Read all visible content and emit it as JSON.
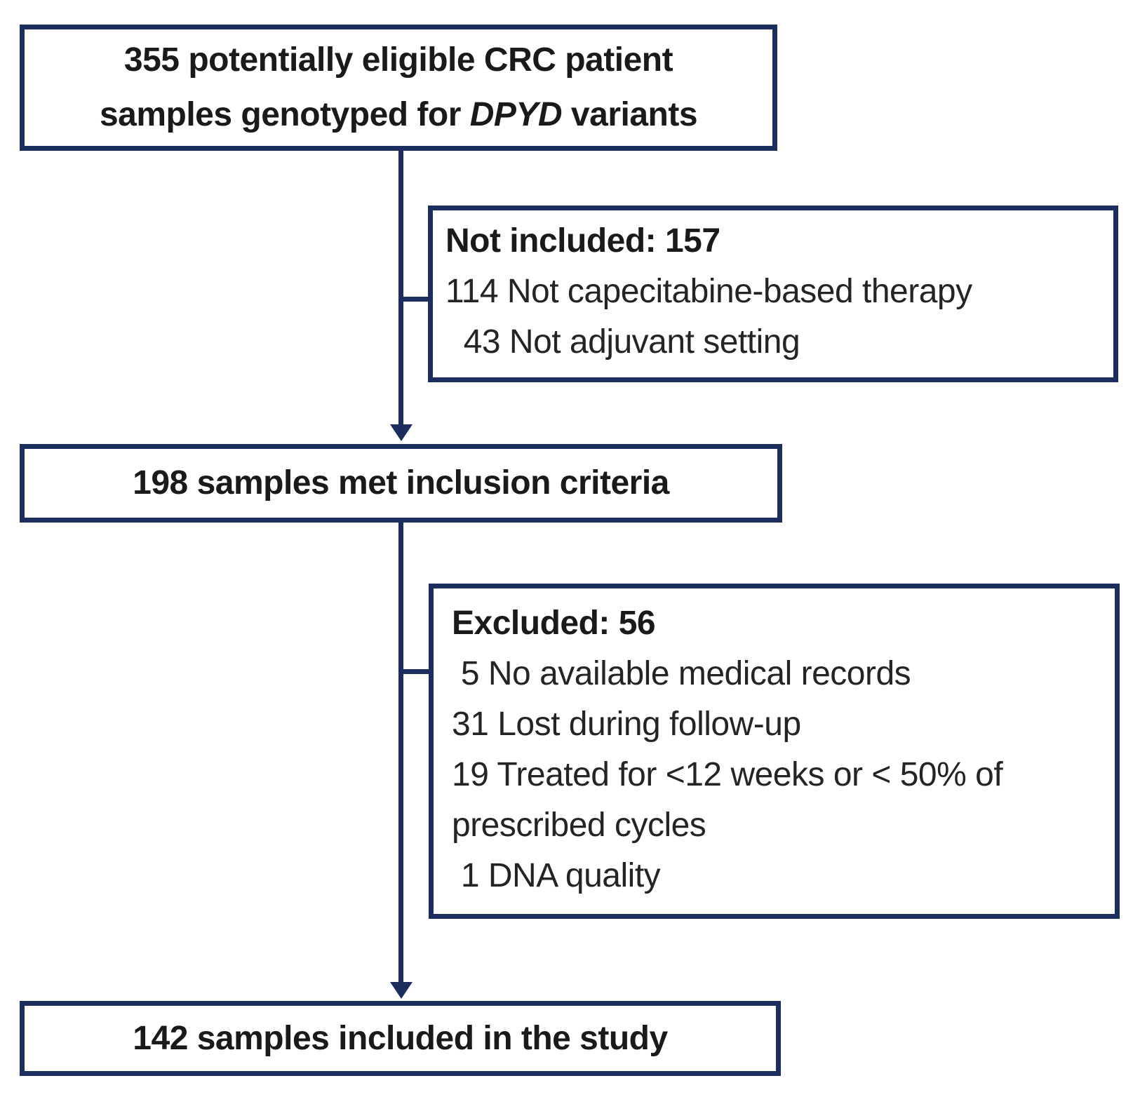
{
  "colors": {
    "line": "#1b2e5e",
    "text": "#1a1a1a",
    "background": "#ffffff"
  },
  "flow": {
    "top_box": {
      "line1": "355 potentially eligible CRC patient",
      "line2_prefix": "samples genotyped for ",
      "gene": "DPYD",
      "line2_suffix": " variants"
    },
    "not_included_box": {
      "title": "Not included: 157",
      "reasons": [
        "114 Not capecitabine-based therapy",
        "  43 Not adjuvant setting"
      ]
    },
    "inclusion_box": {
      "label": "198 samples met inclusion criteria"
    },
    "excluded_box": {
      "title": "Excluded: 56",
      "reasons": [
        " 5 No available medical records",
        "31 Lost during follow-up",
        "19 Treated for <12 weeks or < 50% of prescribed cycles",
        " 1 DNA quality"
      ]
    },
    "included_box": {
      "label": "142 samples included in the study"
    }
  }
}
